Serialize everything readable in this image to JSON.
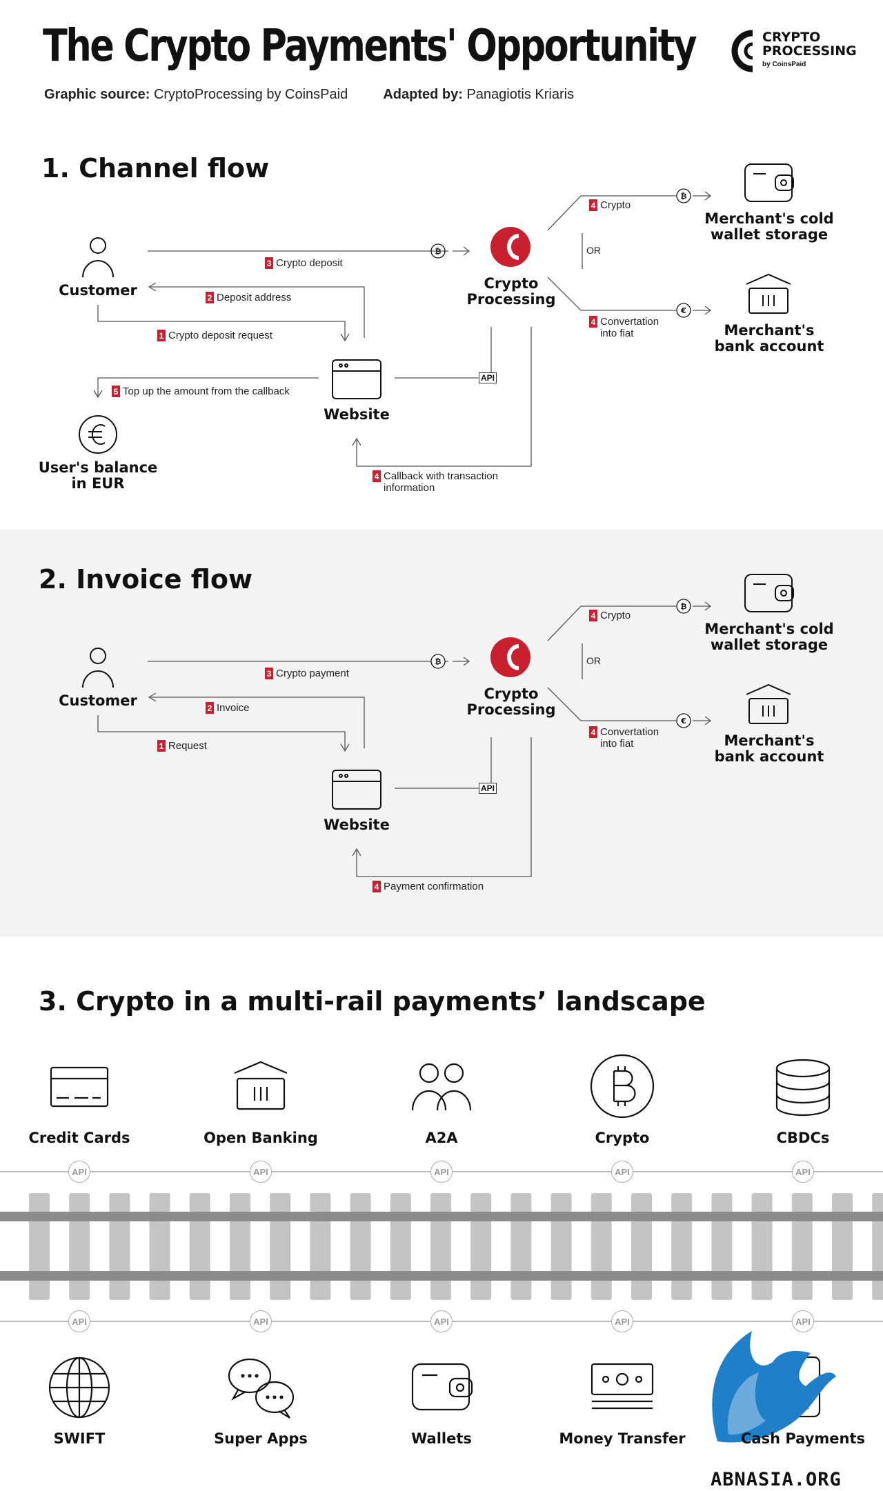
{
  "header": {
    "title": "The Crypto Payments' Opportunity",
    "source_label": "Graphic source:",
    "source_value": "CryptoProcessing by CoinsPaid",
    "adapted_label": "Adapted by:",
    "adapted_value": "Panagiotis Kriaris",
    "logo_line1": "CRYPTO",
    "logo_line2": "PROCESSING",
    "logo_sub": "by CoinsPaid"
  },
  "accent_color": "#c8202f",
  "section1": {
    "title": "1. Channel flow",
    "nodes": {
      "customer": "Customer",
      "processor_1": "Crypto",
      "processor_2": "Processing",
      "website": "Website",
      "balance_1": "User's balance",
      "balance_2": "in EUR",
      "cold_1": "Merchant's cold",
      "cold_2": "wallet storage",
      "bank_1": "Merchant's",
      "bank_2": "bank account"
    },
    "steps": [
      {
        "num": "3",
        "text": "Crypto deposit"
      },
      {
        "num": "2",
        "text": "Deposit address"
      },
      {
        "num": "1",
        "text": "Crypto deposit request"
      },
      {
        "num": "5",
        "text": "Top up the amount from the callback"
      },
      {
        "num": "4",
        "text": "Callback with transaction",
        "text2": "information"
      },
      {
        "num": "4",
        "text": "Crypto"
      },
      {
        "num": "4",
        "text": "Convertation",
        "text2": "into fiat"
      }
    ],
    "or_label": "OR",
    "api_label": "API"
  },
  "section2": {
    "title": "2. Invoice flow",
    "nodes": {
      "customer": "Customer",
      "processor_1": "Crypto",
      "processor_2": "Processing",
      "website": "Website",
      "cold_1": "Merchant's cold",
      "cold_2": "wallet storage",
      "bank_1": "Merchant's",
      "bank_2": "bank account"
    },
    "steps": [
      {
        "num": "3",
        "text": "Crypto payment"
      },
      {
        "num": "2",
        "text": "Invoice"
      },
      {
        "num": "1",
        "text": "Request"
      },
      {
        "num": "4",
        "text": "Payment confirmation"
      },
      {
        "num": "4",
        "text": "Crypto"
      },
      {
        "num": "4",
        "text": "Convertation",
        "text2": "into fiat"
      }
    ],
    "or_label": "OR",
    "api_label": "API"
  },
  "section3": {
    "title": "3. Crypto in a multi-rail payments’ landscape",
    "top_rails": [
      {
        "label": "Credit Cards",
        "icon": "credit-card-icon"
      },
      {
        "label": "Open Banking",
        "icon": "bank-icon"
      },
      {
        "label": "A2A",
        "icon": "people-icon"
      },
      {
        "label": "Crypto",
        "icon": "bitcoin-icon"
      },
      {
        "label": "CBDCs",
        "icon": "database-icon"
      }
    ],
    "bottom_rails": [
      {
        "label": "SWIFT",
        "icon": "globe-icon"
      },
      {
        "label": "Super Apps",
        "icon": "chat-icon"
      },
      {
        "label": "Wallets",
        "icon": "wallet-icon"
      },
      {
        "label": "Money Transfer",
        "icon": "banknote-icon"
      },
      {
        "label": "Cash Payments",
        "icon": "phone-icon"
      }
    ],
    "api_label": "API"
  },
  "watermark": "ABNASIA.ORG"
}
